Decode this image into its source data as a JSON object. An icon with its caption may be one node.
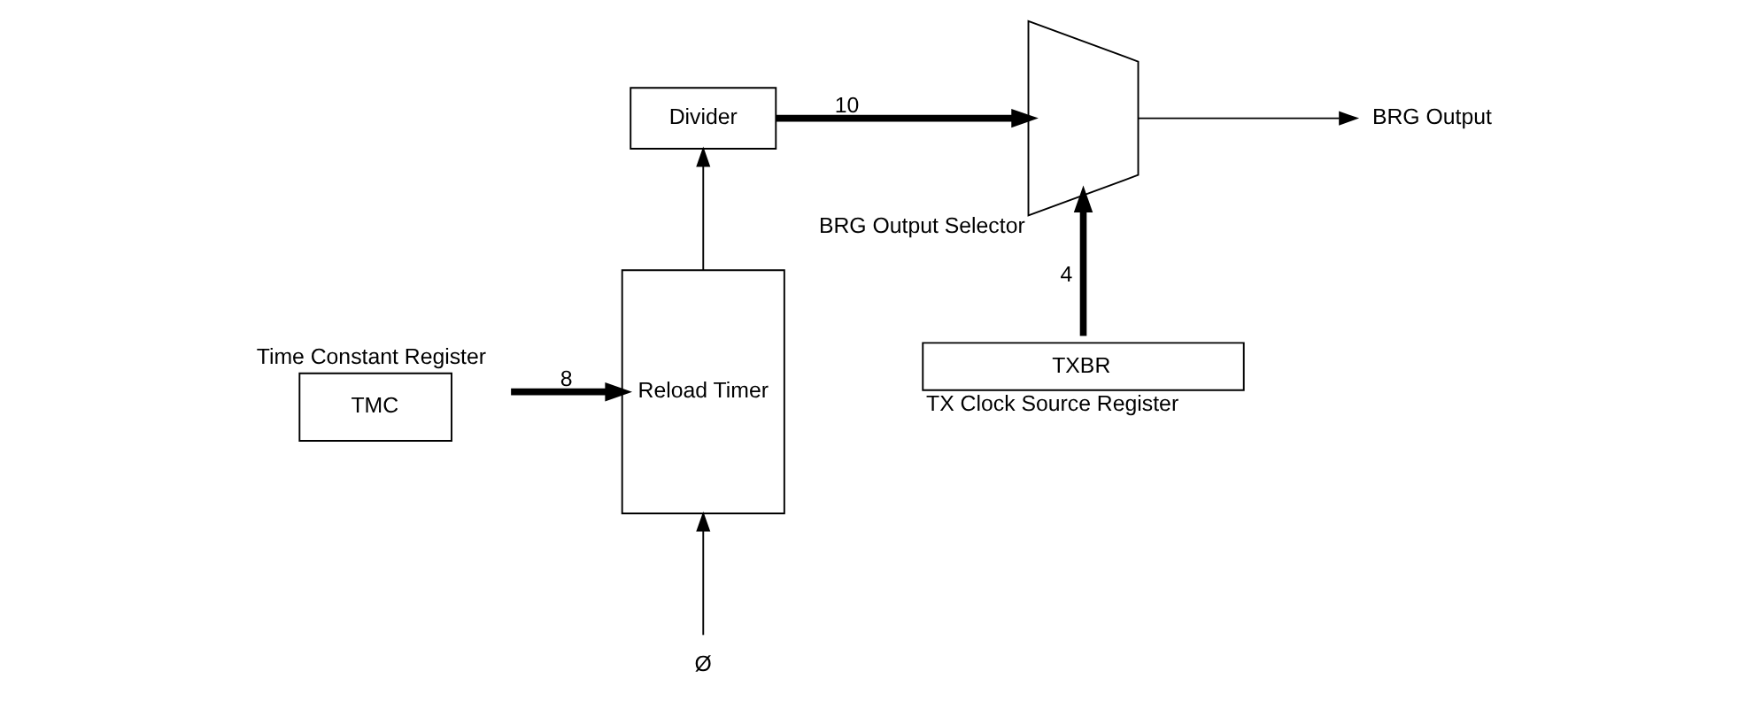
{
  "diagram": {
    "nodes": [
      {
        "text": [
          "TMC"
        ],
        "beside": [
          "Time Constant Register"
        ]
      },
      {
        "text": [
          "Reload Timer"
        ]
      },
      {
        "text": [
          "Divider"
        ]
      },
      {
        "text": [],
        "shape": "trapezoid",
        "beside": [
          "BRG Output Selector"
        ]
      },
      {
        "text": [
          "TXBR"
        ],
        "beside": [
          "TX Clock Source Register"
        ]
      },
      {
        "text": [
          "BRG Output"
        ]
      },
      {
        "text": [
          "Ø"
        ]
      }
    ],
    "edges": [
      {
        "from": 0,
        "to": 1,
        "arrow": "to",
        "label": "8",
        "style": "thick"
      },
      {
        "from": 1,
        "to": 2,
        "arrow": "to"
      },
      {
        "from": 2,
        "to": 3,
        "arrow": "to",
        "label": "10",
        "style": "thick"
      },
      {
        "from": 4,
        "to": 3,
        "arrow": "to",
        "label": "4",
        "style": "thick"
      },
      {
        "from": 3,
        "to": 5,
        "arrow": "to"
      },
      {
        "from": 6,
        "to": 1,
        "arrow": "to"
      }
    ]
  }
}
